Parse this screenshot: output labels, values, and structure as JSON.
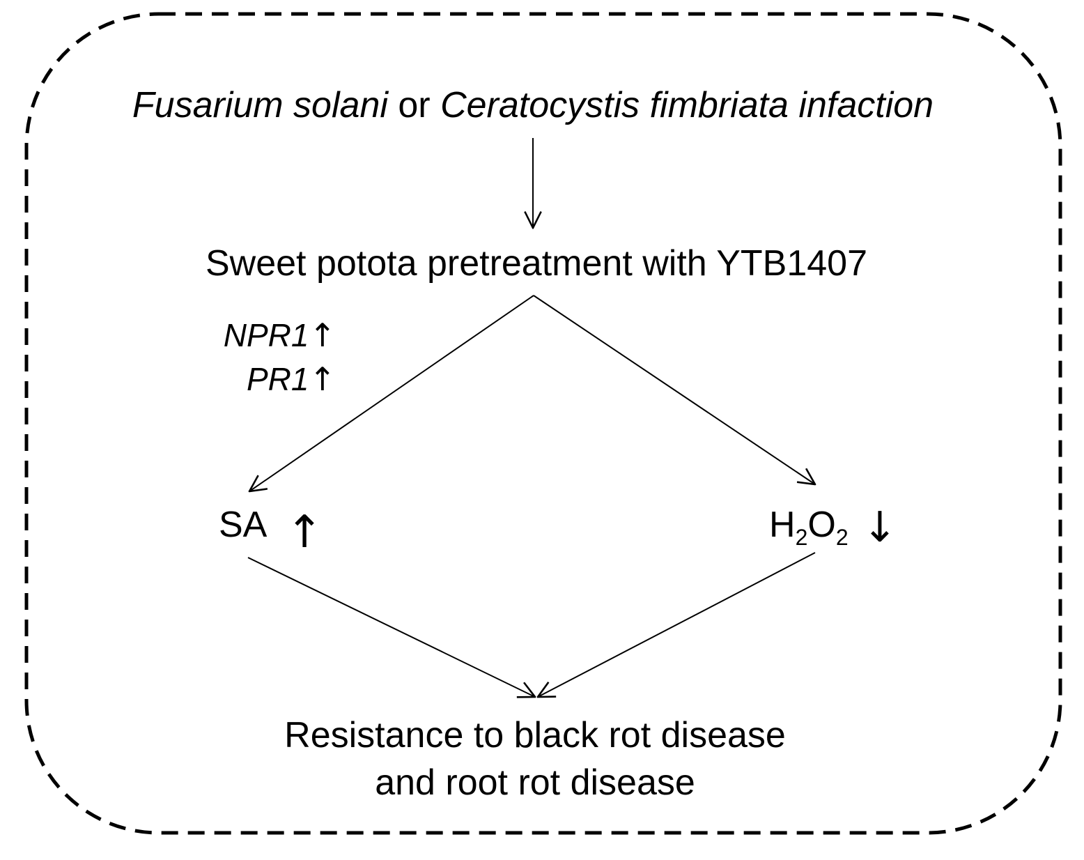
{
  "diagram": {
    "infection": {
      "species1": "Fusarium solani",
      "connector": " or ",
      "species2": "Ceratocystis fimbriata infaction"
    },
    "pretreatment": "Sweet potota pretreatment with YTB1407",
    "genes": [
      {
        "name": "NPR1",
        "arrow": "↑"
      },
      {
        "name": "PR1",
        "arrow": "↑"
      }
    ],
    "sa": {
      "label": "SA",
      "arrow": "↑"
    },
    "h2o2": {
      "h": "H",
      "sub1": "2",
      "o": "O",
      "sub2": "2",
      "arrow": "↓"
    },
    "outcome": {
      "line1": "Resistance to black rot disease",
      "line2": "and root rot disease"
    }
  }
}
